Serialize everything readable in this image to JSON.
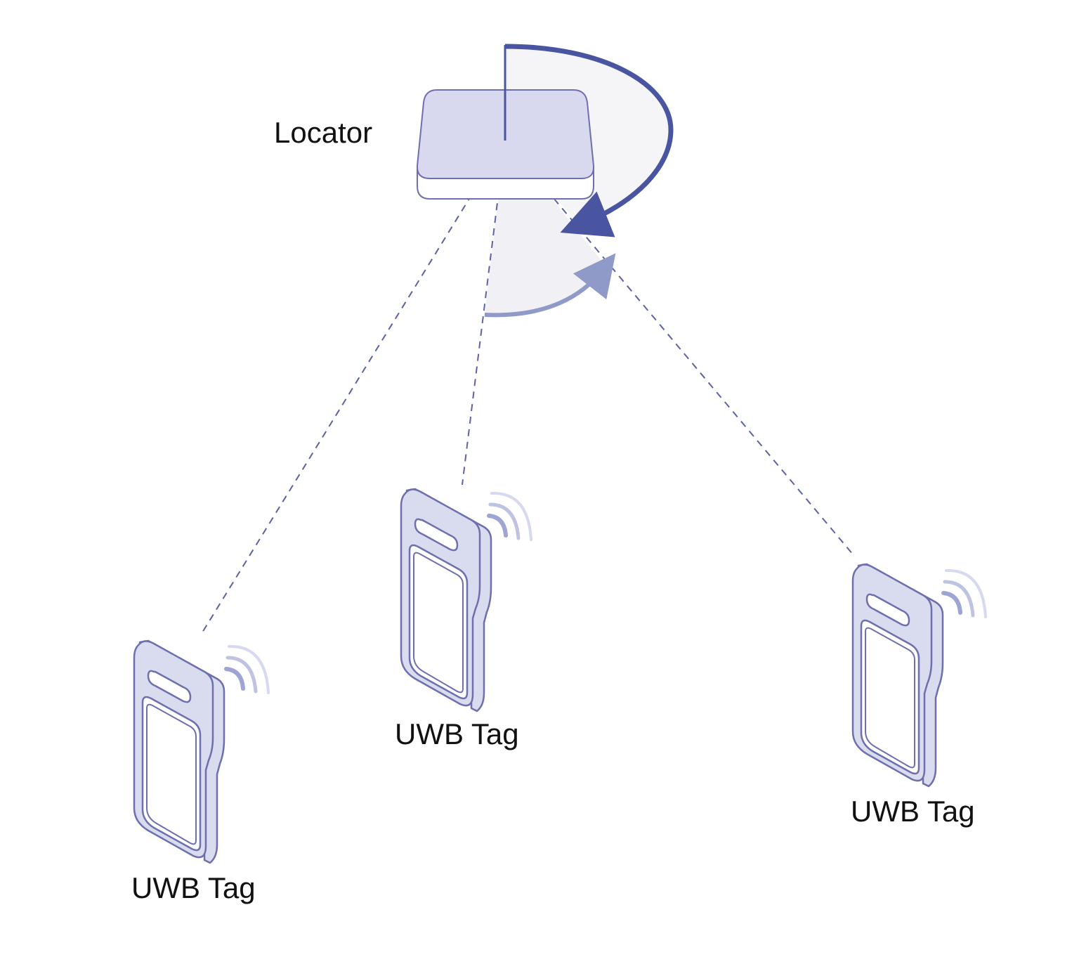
{
  "diagram": {
    "locator": {
      "label": "Locator"
    },
    "tags": [
      {
        "label": "UWB Tag"
      },
      {
        "label": "UWB Tag"
      },
      {
        "label": "UWB Tag"
      }
    ],
    "colors": {
      "device_fill": "#d9dbef",
      "device_stroke": "#6d6fae",
      "arc_dark": "#4a55a2",
      "arc_light": "#8f9ac8",
      "sector_fill": "#f3f3f7",
      "dash_line": "#5c61a8",
      "signal_dark": "#9ea4d3",
      "signal_light": "#d6d9ef",
      "text": "#111111"
    }
  }
}
